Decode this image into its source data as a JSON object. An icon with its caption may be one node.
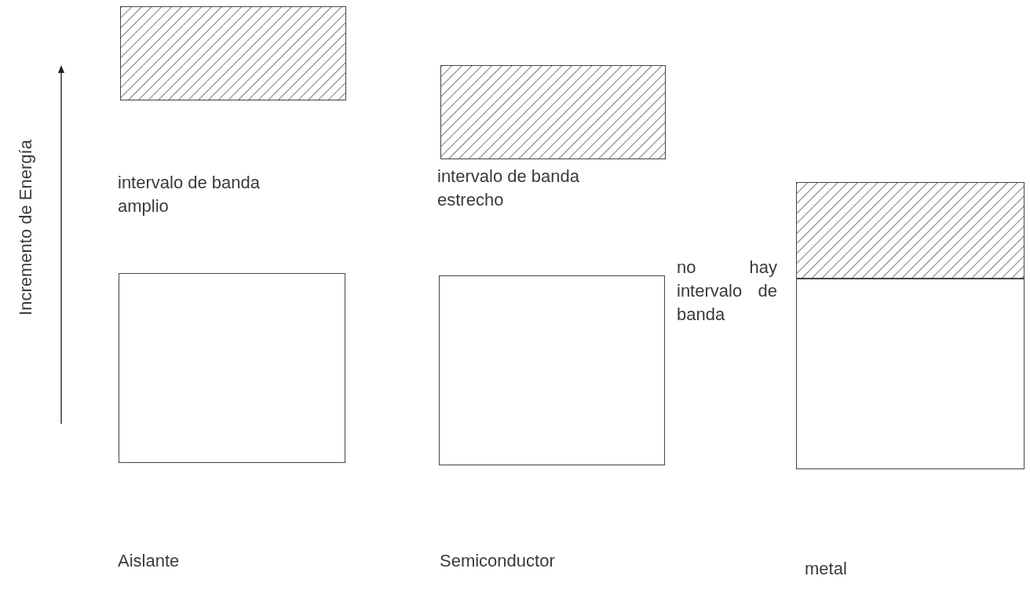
{
  "diagram": {
    "nodes": [
      {
        "text": [],
        "shape": "box"
      },
      {
        "text": [],
        "shape": "box"
      },
      {
        "text": [],
        "shape": "box"
      },
      {
        "text": [],
        "shape": "box"
      },
      {
        "text": [],
        "shape": "box"
      },
      {
        "text": [],
        "shape": "box"
      }
    ],
    "labels": [
      "Incremento de Energía",
      "intervalo de banda amplio",
      "intervalo de banda estrecho",
      "no hay intervalo de banda",
      "Aislante",
      "Semiconductor",
      "metal"
    ]
  }
}
